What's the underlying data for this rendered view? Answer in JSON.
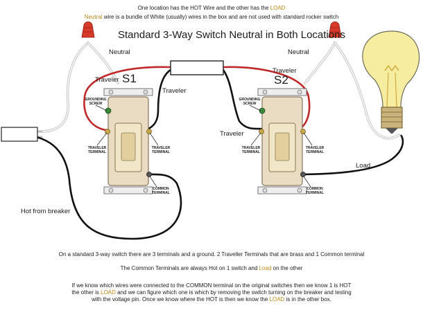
{
  "header": {
    "line1_a": "One location has the HOT Wire and the other has the ",
    "line1_load": "LOAD",
    "line2_neutral": "Neutral",
    "line2_rest": " wire is a bundle of White (usually) wires in the box and are not used with standard rocker switch"
  },
  "title": "Standard 3-Way Switch Neutral in Both Locations",
  "labels": {
    "neutral_left": "Neutral",
    "neutral_right": "Neutral",
    "traveler_s1_top": "Traveler",
    "traveler_s1_right": "Traveler",
    "traveler_s2_top": "Traveler",
    "traveler_s2_left": "Traveler",
    "s1": "S1",
    "s2": "S2",
    "load": "Load",
    "hot": "Hot from breaker"
  },
  "terminals": {
    "grounding_screw_1": "GROUNDING",
    "grounding_screw_2": "SCREW",
    "traveler_terminal_1": "TRAVELER",
    "traveler_terminal_2": "TERMINAL",
    "common_terminal_1": "COMMON",
    "common_terminal_2": "TERMINAL"
  },
  "notes": {
    "note1": "On a standard 3-way switch there are 3 terminals and a ground. 2 Traveller Terminals that are brass and 1 Common terminal",
    "note2_a": "The Common Terminals are always Hot on 1 switch and ",
    "note2_load": "Load",
    "note2_b": " on the other",
    "note3_l1": "If we know which wires were connected to the COMMON terminal on the original switches then we know 1 is HOT",
    "note3_l2_a": "the other is ",
    "note3_l2_load": "LOAD",
    "note3_l2_b": " and we can figure which one is which by removing the switch turning on the breaker and testing",
    "note3_l3_a": "with the voltage pin. Once we know where the HOT is then we know the ",
    "note3_l3_load": "LOAD",
    "note3_l3_b": " is in the other box."
  },
  "colors": {
    "traveler_wire": "#c0282a",
    "hot_wire": "#111111",
    "neutral_wire": "#d8d8d8",
    "wire_nut": "#d83a2a",
    "load_text": "#c08a1e",
    "bulb_glass": "#f7eda0",
    "bulb_base": "#c9b37a"
  }
}
